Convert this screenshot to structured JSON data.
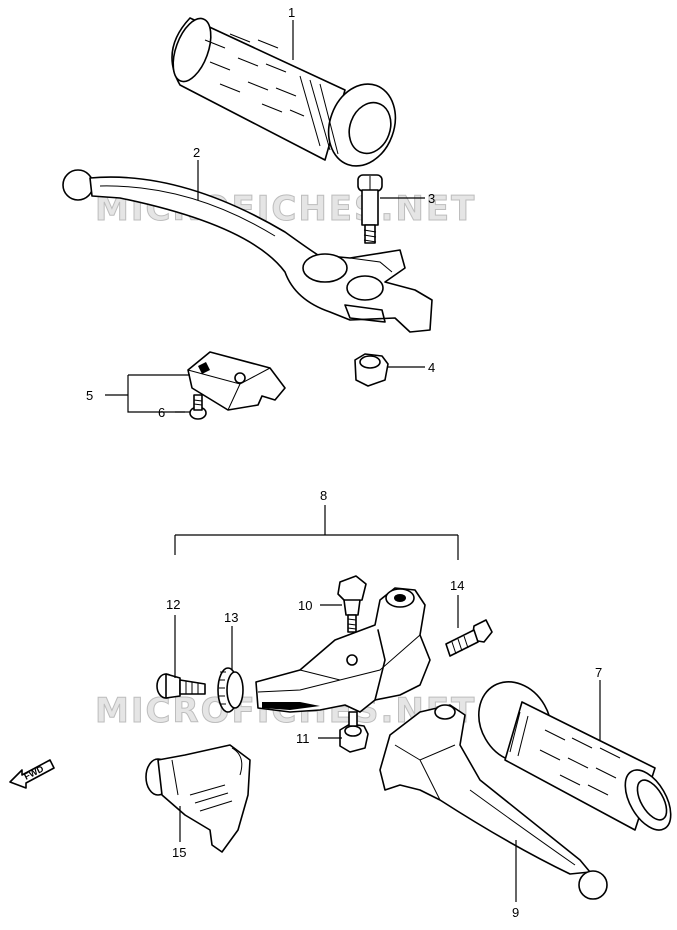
{
  "watermark": "MICROFICHES.NET",
  "fwd_label": "FWD",
  "callouts": [
    "1",
    "2",
    "3",
    "4",
    "5",
    "6",
    "8",
    "12",
    "13",
    "10",
    "14",
    "7",
    "11",
    "15",
    "9"
  ]
}
